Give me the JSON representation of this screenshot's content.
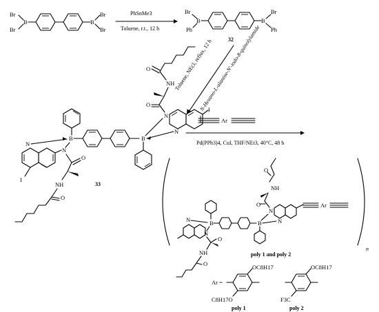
{
  "scheme": {
    "step1": {
      "reagent": "PhSnMe3",
      "conditions": "Toluene, r.t., 12 h",
      "start_atoms": {
        "b": "B",
        "br": "Br"
      },
      "product_label": "32",
      "product_atoms": {
        "b": "B",
        "br": "Br",
        "ph": "Ph"
      }
    },
    "step2": {
      "conditions_line1": "Toluene, NEt3, reflux, 12 h",
      "conditions_line2": "N-Hexano-L-alanine-N'-iodo-8-quinolylamide",
      "product_label": "33"
    },
    "step3": {
      "reagent_ar": "Ar",
      "conditions": "Pd(PPh3)4, CuI, THF/NEt3, 40°C, 48 h"
    },
    "atoms": {
      "n": "N",
      "b": "B",
      "o": "O",
      "nh": "NH",
      "i": "I",
      "ar": "Ar"
    },
    "polymer": {
      "label": "poly 1 and poly 2",
      "subscript": "n"
    },
    "ar_definitions": {
      "prefix": "Ar =",
      "poly1": {
        "label": "poly 1",
        "sub_top": "OC8H17",
        "sub_bottom": "C8H17O"
      },
      "poly2": {
        "label": "poly 2",
        "sub_top": "OC8H17",
        "sub_bottom": "F3C"
      }
    }
  }
}
